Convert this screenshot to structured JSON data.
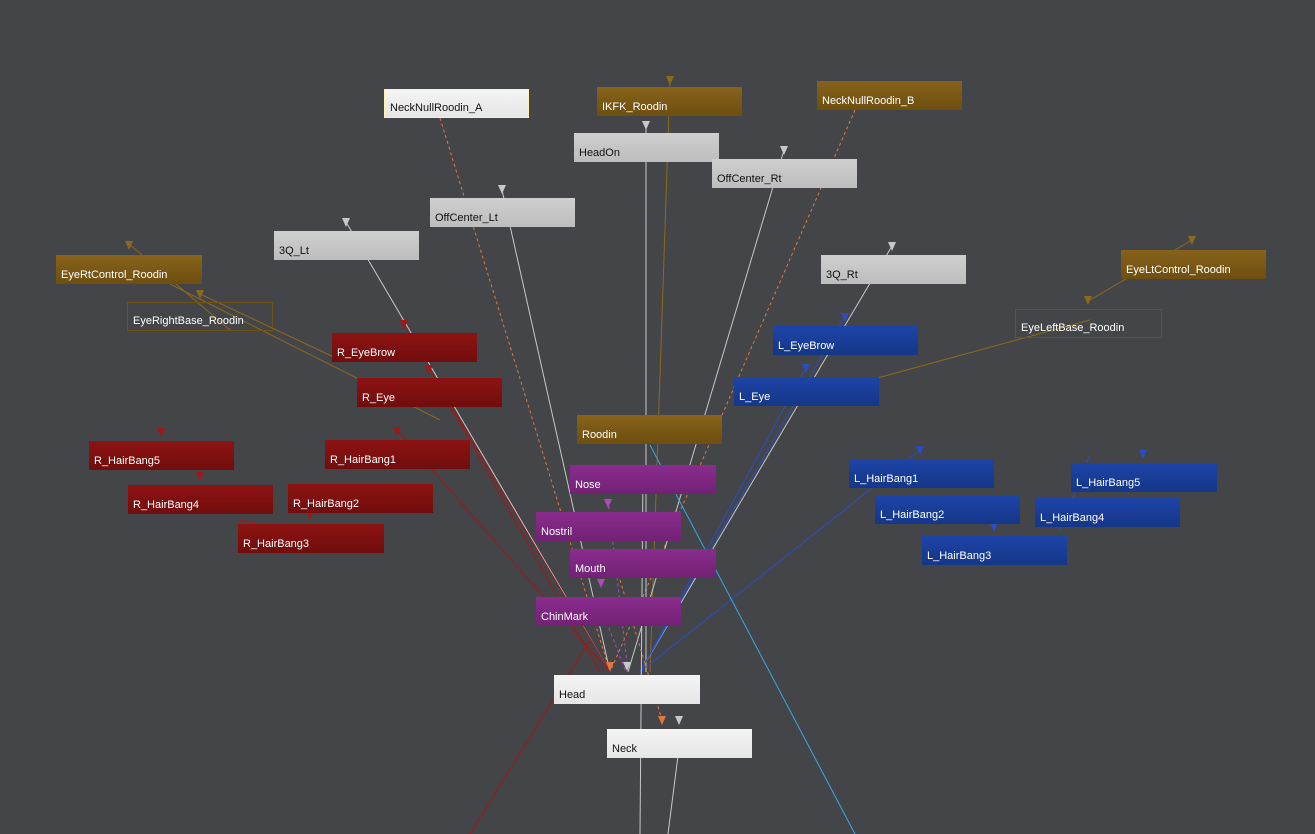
{
  "colors": {
    "background": "#444549",
    "white": "#f0f0f0",
    "gray": "#c8c8c8",
    "gold": "#7a5814",
    "red": "#800f0f",
    "purple": "#7e277f",
    "blue": "#183d96",
    "wire_gray": "#c8c8c8",
    "wire_gold": "#8a6a1c",
    "wire_red": "#a01818",
    "wire_blue": "#2a4ec0",
    "wire_cyan": "#38a8e0",
    "wire_orange": "#e07840",
    "wire_purple": "#b04ab8"
  },
  "nodes": {
    "neck_null_roodin_a": "NeckNullRoodin_A",
    "ikfk_roodin": "IKFK_Roodin",
    "neck_null_roodin_b": "NeckNullRoodin_B",
    "head_on": "HeadOn",
    "off_center_rt": "OffCenter_Rt",
    "off_center_lt": "OffCenter_Lt",
    "q3_lt": "3Q_Lt",
    "q3_rt": "3Q_Rt",
    "eye_rt_control_roodin": "EyeRtControl_Roodin",
    "eye_lt_control_roodin": "EyeLtControl_Roodin",
    "eye_right_base_roodin": "EyeRightBase_Roodin",
    "eye_left_base_roodin": "EyeLeftBase_Roodin",
    "r_eyebrow": "R_EyeBrow",
    "r_eye": "R_Eye",
    "l_eyebrow": "L_EyeBrow",
    "l_eye": "L_Eye",
    "roodin": "Roodin",
    "r_hairbang5": "R_HairBang5",
    "r_hairbang1": "R_HairBang1",
    "r_hairbang4": "R_HairBang4",
    "r_hairbang2": "R_HairBang2",
    "r_hairbang3": "R_HairBang3",
    "nose": "Nose",
    "nostril": "Nostril",
    "mouth": "Mouth",
    "chinmark": "ChinMark",
    "l_hairbang1": "L_HairBang1",
    "l_hairbang2": "L_HairBang2",
    "l_hairbang3": "L_HairBang3",
    "l_hairbang4": "L_HairBang4",
    "l_hairbang5": "L_HairBang5",
    "head": "Head",
    "neck": "Neck"
  }
}
